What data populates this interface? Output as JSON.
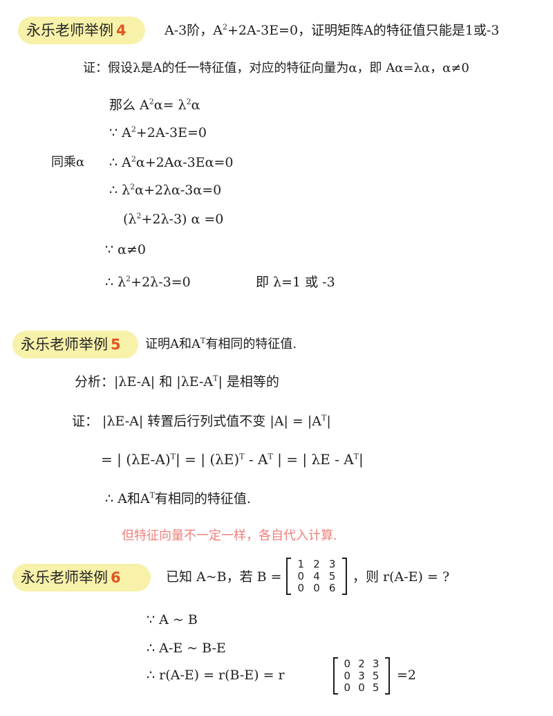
{
  "ex4": {
    "badge": "永乐老师举例",
    "num": "4",
    "title_a": "A-3阶，A",
    "title_b": "+2A-3E=0，证明矩阵A的特征值只能是1或-3",
    "proof_intro": "证：假设λ是A的任一特征值，对应的特征向量为α，即 Aα=λα，α≠0",
    "l1_a": "那么 A",
    "l1_b": "α= λ",
    "l1_c": "α",
    "l2_a": "∵ A",
    "l2_b": "+2A-3E=0",
    "side_label": "同乘α",
    "l3_a": "∴ A",
    "l3_b": "α+2Aα-3Eα=0",
    "l4_a": "∴ λ",
    "l4_b": "α+2λα-3α=0",
    "l5_a": "(λ",
    "l5_b": "+2λ-3) α =0",
    "l6": "∵  α≠0",
    "l7_a": "∴  λ",
    "l7_b": "+2λ-3=0",
    "l7_c": "即 λ=1 或 -3",
    "sq": "2"
  },
  "ex5": {
    "badge": "永乐老师举例",
    "num": "5",
    "title_a": "证明A和A",
    "title_b": "有相同的特征值.",
    "analysis_a": "分析：|λE-A|  和  |λE-A",
    "analysis_b": "| 是相等的",
    "proof_a": "证：   |λE-A|     转置后行列式值不变     |A| = |A",
    "proof_b": "|",
    "eq_a": "= | (λE-A)",
    "eq_b": "|  =   | (λE)",
    "eq_c": " - A",
    "eq_d": " |  =   | λE - A",
    "eq_e": "|",
    "concl_a": "∴ A和A",
    "concl_b": "有相同的特征值.",
    "note": "但特征向量不一定一样，各自代入计算.",
    "T": "T"
  },
  "ex6": {
    "badge": "永乐老师举例",
    "num": "6",
    "q_a": "已知 A~B，若 B =",
    "q_b": "，则 r(A-E) = ?",
    "matrix_b": [
      [
        "1",
        "2",
        "3"
      ],
      [
        "0",
        "4",
        "5"
      ],
      [
        "0",
        "0",
        "6"
      ]
    ],
    "s1": "∵ A ~ B",
    "s2": "∴ A-E ~ B-E",
    "s3": "∴ r(A-E) = r(B-E) = r",
    "matrix_c": [
      [
        "0",
        "2",
        "3"
      ],
      [
        "0",
        "3",
        "5"
      ],
      [
        "0",
        "0",
        "5"
      ]
    ],
    "s3_end": "=2"
  },
  "colors": {
    "badge_bg": "#f7f1a9",
    "badge_num": "#e05520",
    "note": "#f07f7a",
    "text": "#1e1e1e"
  }
}
